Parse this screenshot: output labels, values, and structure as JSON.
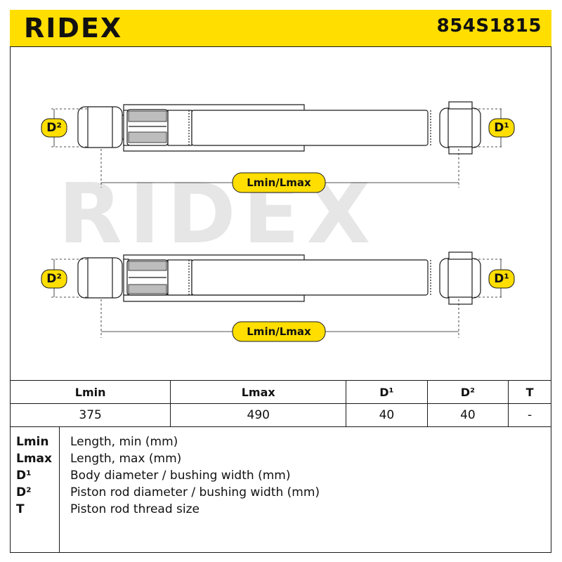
{
  "header": {
    "brand": "RIDEX",
    "part_number": "854S1815"
  },
  "colors": {
    "brand_yellow": "#ffde00",
    "watermark": "#e6e6e6",
    "line": "#1a1a1a"
  },
  "drawing": {
    "top_view": {
      "left_label": "D²",
      "right_label": "D¹",
      "length_label": "Lmin/Lmax"
    },
    "bottom_view": {
      "left_label": "D²",
      "right_label": "D¹",
      "length_label": "Lmin/Lmax"
    },
    "watermark_text": "RIDEX"
  },
  "table": {
    "headers": [
      "Lmin",
      "Lmax",
      "D¹",
      "D²",
      "T"
    ],
    "values": [
      "375",
      "490",
      "40",
      "40",
      "-"
    ]
  },
  "legend": [
    {
      "key": "Lmin",
      "desc": "Length, min (mm)"
    },
    {
      "key": "Lmax",
      "desc": "Length, max (mm)"
    },
    {
      "key": "D¹",
      "desc": "Body diameter / bushing width (mm)"
    },
    {
      "key": "D²",
      "desc": "Piston rod diameter / bushing width (mm)"
    },
    {
      "key": "T",
      "desc": "Piston rod thread size"
    }
  ]
}
